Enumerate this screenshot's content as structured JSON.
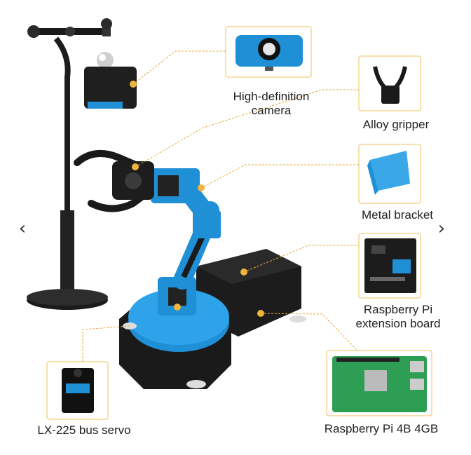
{
  "navigation": {
    "prev_icon": "chevron-left-icon",
    "next_icon": "chevron-right-icon",
    "prev_glyph": "‹",
    "next_glyph": "›"
  },
  "callouts": [
    {
      "id": "camera",
      "label_line1": "High-definition",
      "label_line2": "camera"
    },
    {
      "id": "gripper",
      "label": "Alloy gripper"
    },
    {
      "id": "bracket",
      "label": "Metal bracket"
    },
    {
      "id": "extension",
      "label_line1": "Raspberry Pi",
      "label_line2": "extension board"
    },
    {
      "id": "servo",
      "label": "LX-225 bus servo"
    },
    {
      "id": "pi",
      "label": "Raspberry Pi 4B 4GB"
    }
  ],
  "colors": {
    "accent_blue": "#1f8fd6",
    "leader_line": "#e8a93a",
    "metal_black": "#1a1a1a"
  }
}
